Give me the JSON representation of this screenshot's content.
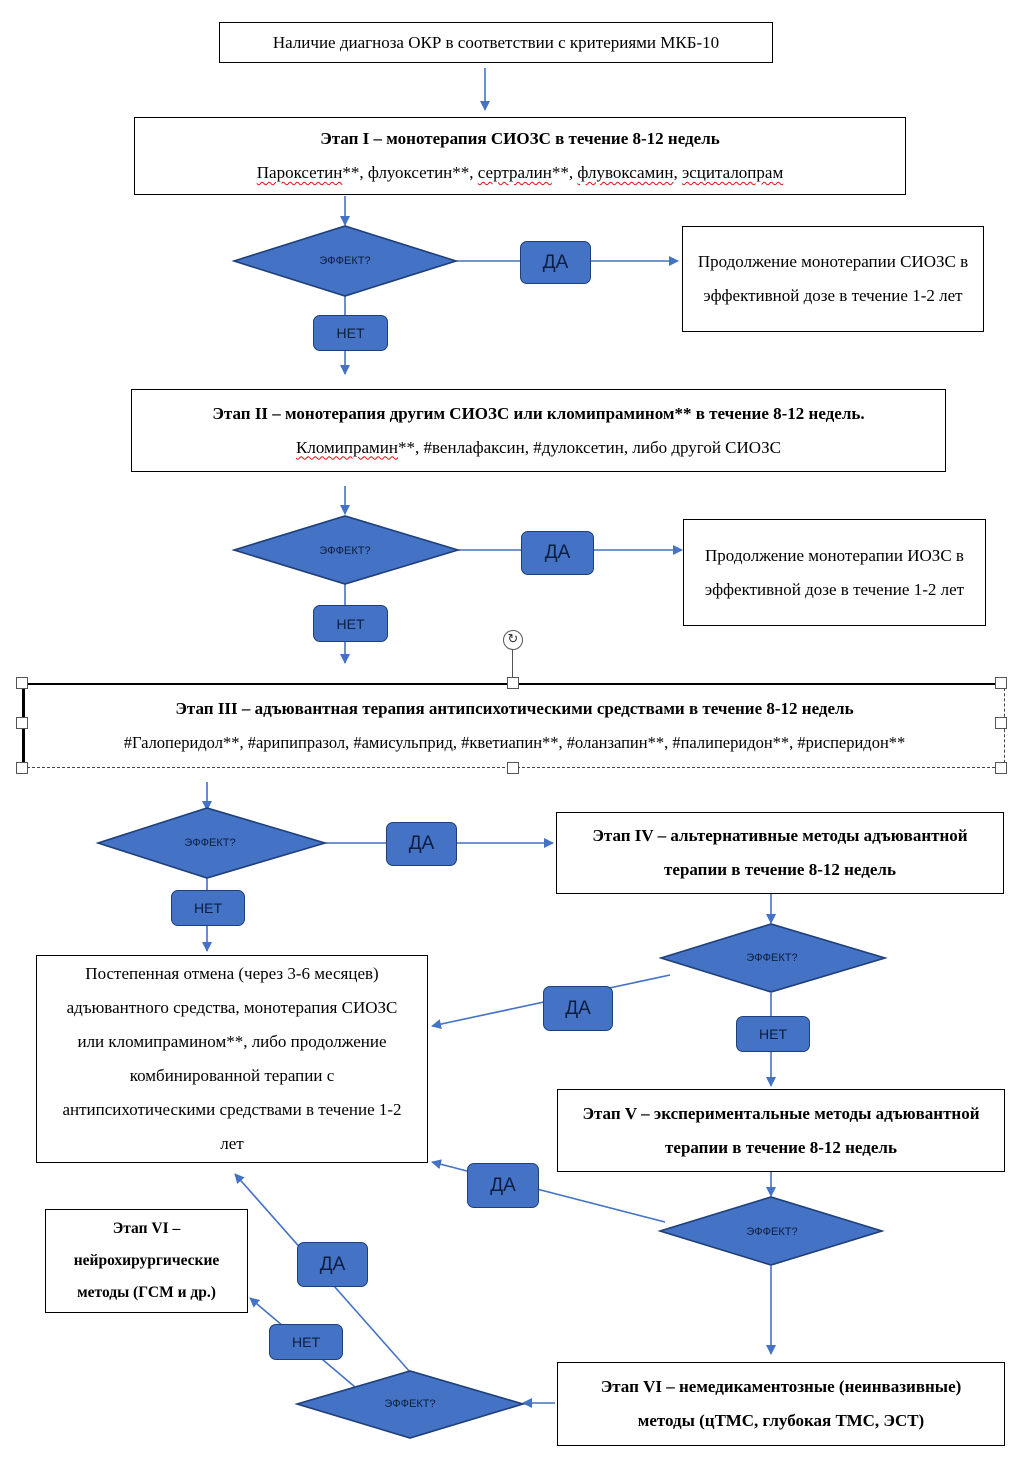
{
  "start": {
    "text": "Наличие диагноза ОКР в соответствии с критериями МКБ-10"
  },
  "stage1": {
    "title": "Этап I – монотерапия СИОЗС в течение 8-12 недель",
    "drugs": [
      {
        "t": "Пароксетин",
        "s": true
      },
      {
        "t": "**, флуоксетин**, ",
        "s": false
      },
      {
        "t": "сертралин",
        "s": true
      },
      {
        "t": "**, ",
        "s": false
      },
      {
        "t": "флувоксамин",
        "s": true
      },
      {
        "t": ", ",
        "s": false
      },
      {
        "t": "эсциталопрам",
        "s": true
      }
    ]
  },
  "result1": {
    "text": "Продолжение монотерапии СИОЗС в эффективной дозе в течение 1-2 лет"
  },
  "stage2": {
    "title": "Этап II – монотерапия другим СИОЗС  или кломипрамином** в течение 8-12 недель.",
    "drugs": [
      {
        "t": "Кломипрамин",
        "s": true
      },
      {
        "t": "**, #венлафаксин, #дулоксетин, либо другой СИОЗС",
        "s": false
      }
    ]
  },
  "result2": {
    "text": "Продолжение монотерапии ИОЗС в эффективной дозе в течение 1-2 лет"
  },
  "stage3": {
    "title": "Этап III – адъювантная терапия  антипсихотическими средствами в течение 8-12 недель",
    "drugs": "#Галоперидол**, #арипипразол, #амисульприд, #кветиапин**, #оланзапин**, #палиперидон**, #рисперидон**"
  },
  "stage4": {
    "title": "Этап IV – альтернативные методы адъювантной терапии в течение 8-12 недель"
  },
  "withdrawal": {
    "text": "Постепенная отмена (через 3-6 месяцев) адъювантного средства, монотерапия СИОЗС или кломипрамином**, либо продолжение комбинированной терапии с антипсихотическими средствами в течение 1-2 лет"
  },
  "stage5": {
    "title": "Этап V – экспериментальные методы адъювантной терапии в течение 8-12 недель"
  },
  "stage6_surgery": {
    "title": "Этап VI – нейрохирургические методы (ГСМ и др.)"
  },
  "stage6_nondrug": {
    "title": "Этап VI – немедикаментозные (неинвазивные) методы (цТМС, глубокая ТМС, ЭСТ)"
  },
  "decision_label": "ЭФФЕКТ?",
  "yes_label": "ДА",
  "no_label": "НЕТ",
  "colors": {
    "shape_fill": "#4472c4",
    "shape_border": "#1f3f7a",
    "arrow": "#4472c4",
    "spellcheck": "#dd1111"
  }
}
